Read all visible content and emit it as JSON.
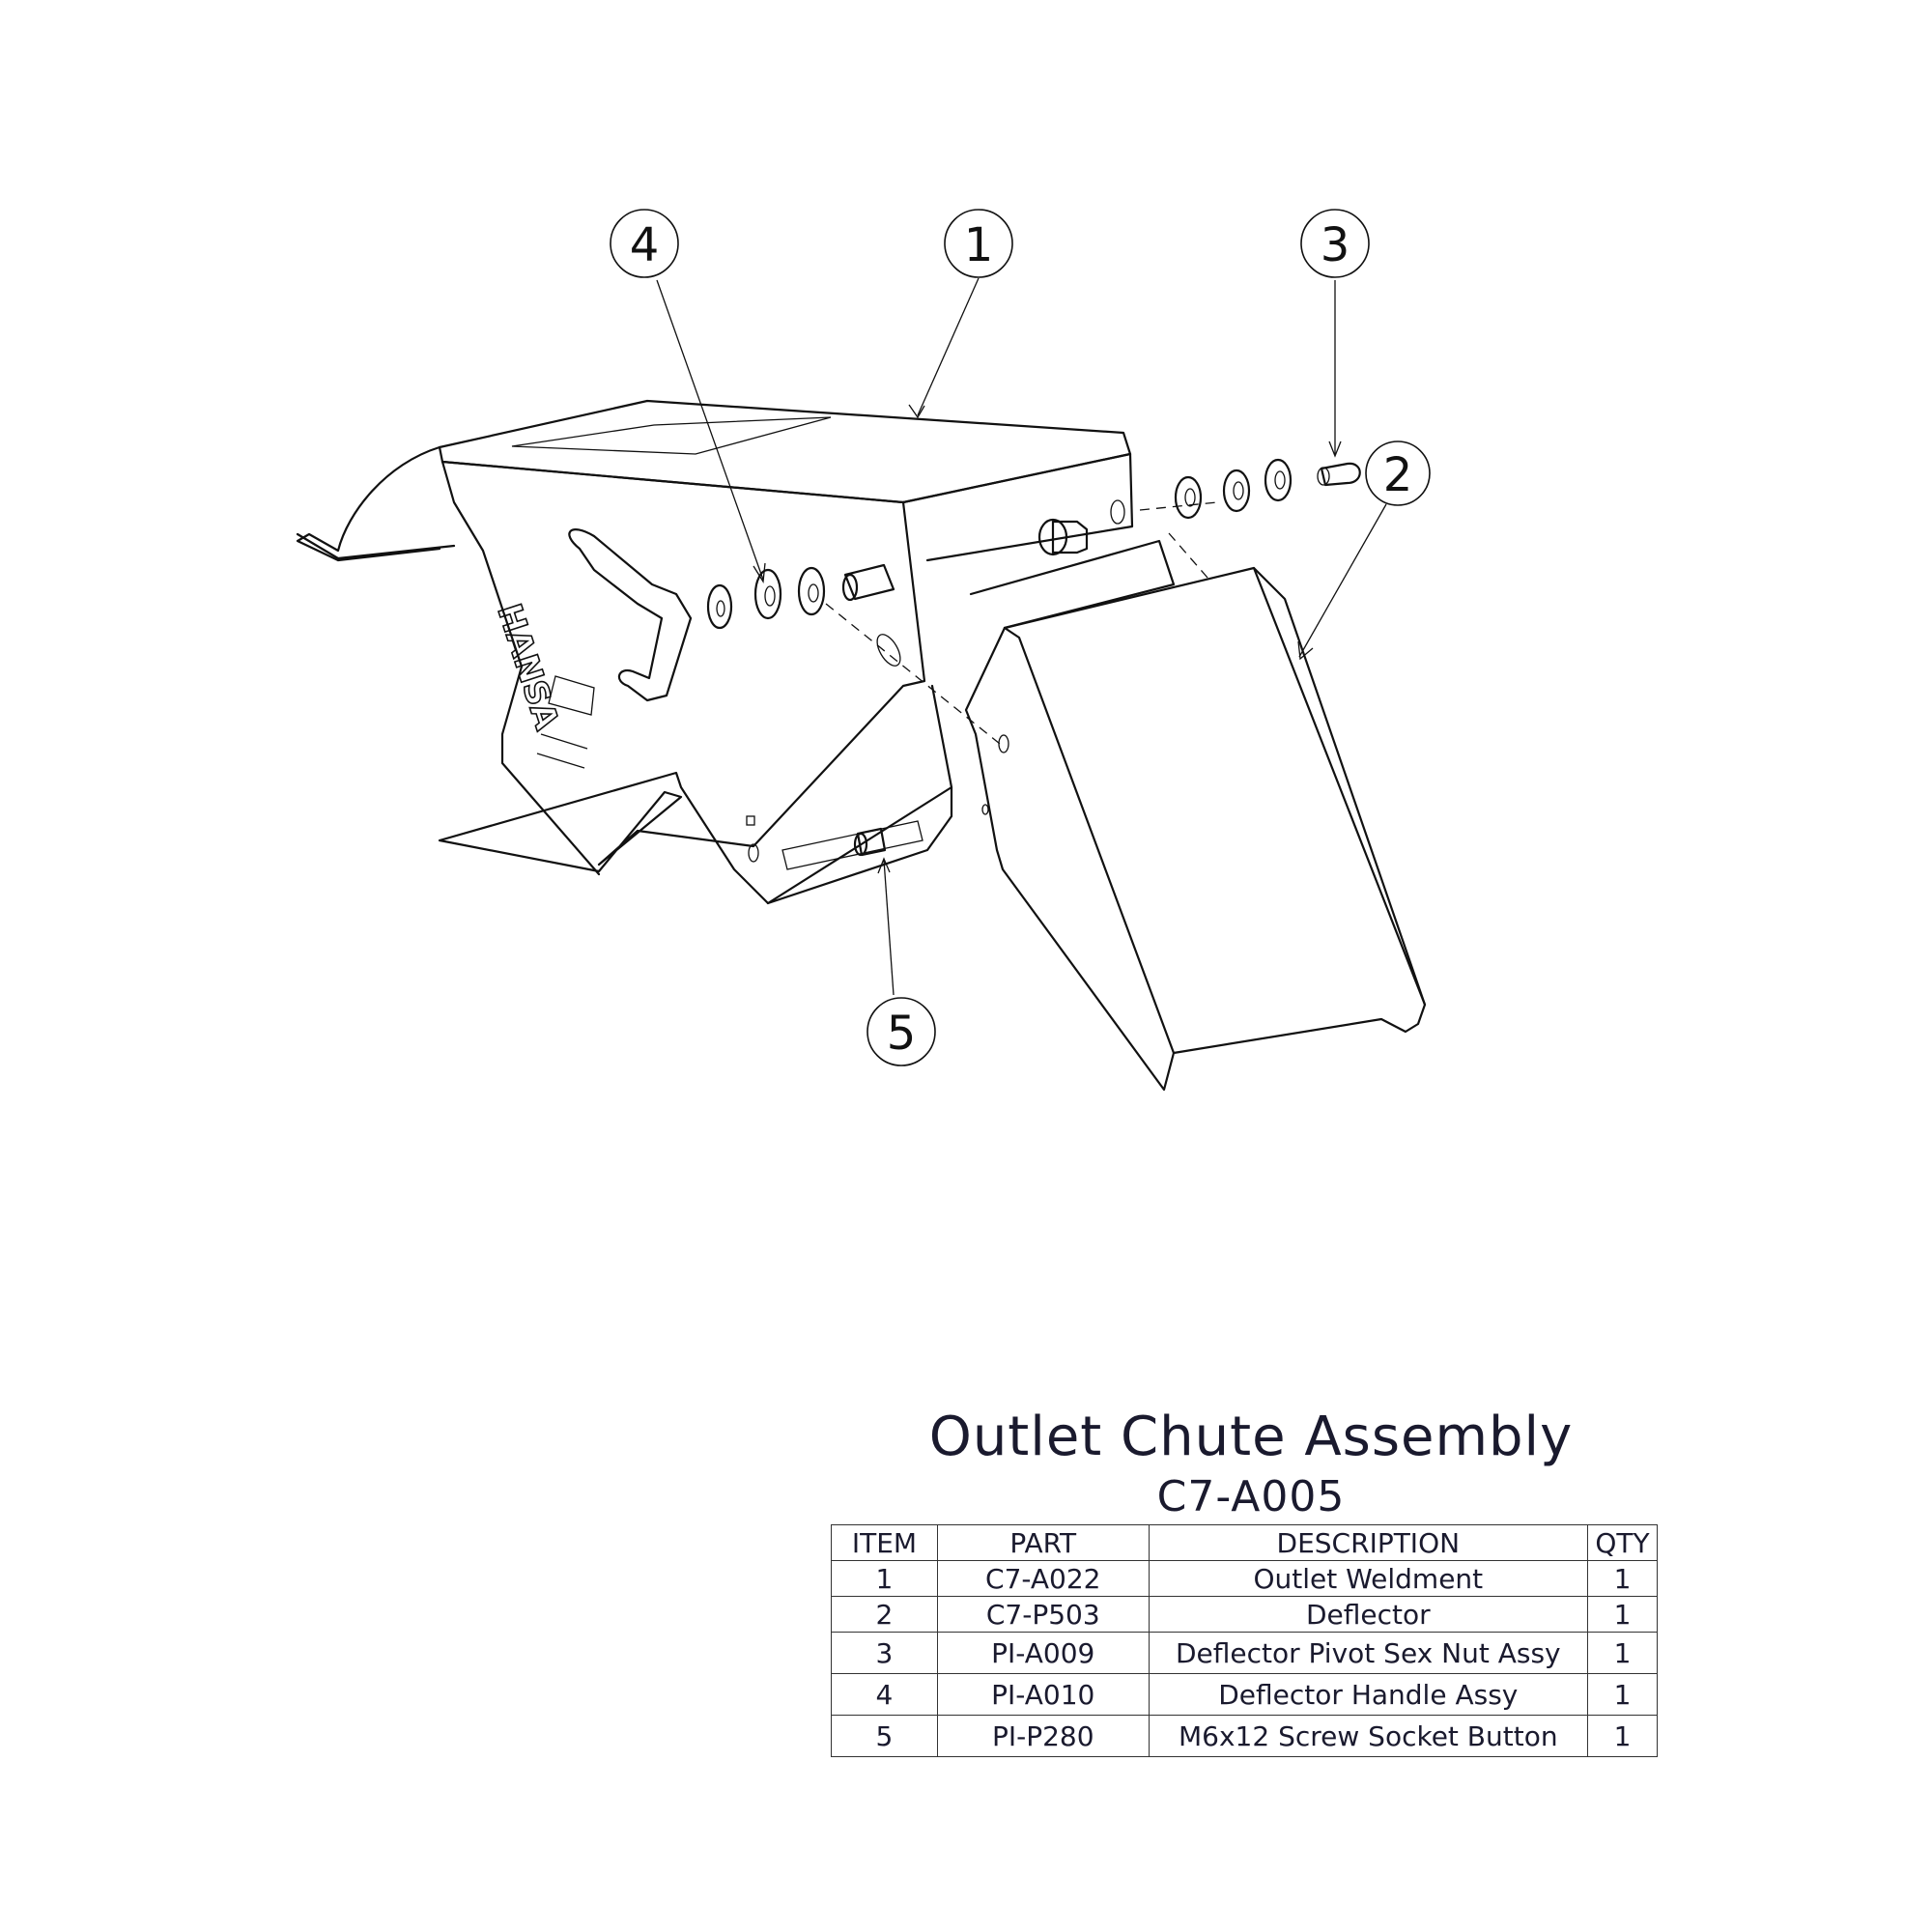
{
  "assembly": {
    "title": "Outlet Chute Assembly",
    "number": "C7-A005"
  },
  "callouts": [
    "1",
    "2",
    "3",
    "4",
    "5"
  ],
  "logo_text": "HANSA",
  "bom": {
    "headers": {
      "item": "ITEM",
      "part": "PART",
      "description": "DESCRIPTION",
      "qty": "QTY"
    },
    "rows": [
      {
        "item": "1",
        "part": "C7-A022",
        "description": "Outlet Weldment",
        "qty": "1"
      },
      {
        "item": "2",
        "part": "C7-P503",
        "description": "Deflector",
        "qty": "1"
      },
      {
        "item": "3",
        "part": "PI-A009",
        "description": "Deflector Pivot Sex Nut Assy",
        "qty": "1"
      },
      {
        "item": "4",
        "part": "PI-A010",
        "description": "Deflector Handle Assy",
        "qty": "1"
      },
      {
        "item": "5",
        "part": "PI-P280",
        "description": "M6x12 Screw Socket Button",
        "qty": "1"
      }
    ]
  }
}
